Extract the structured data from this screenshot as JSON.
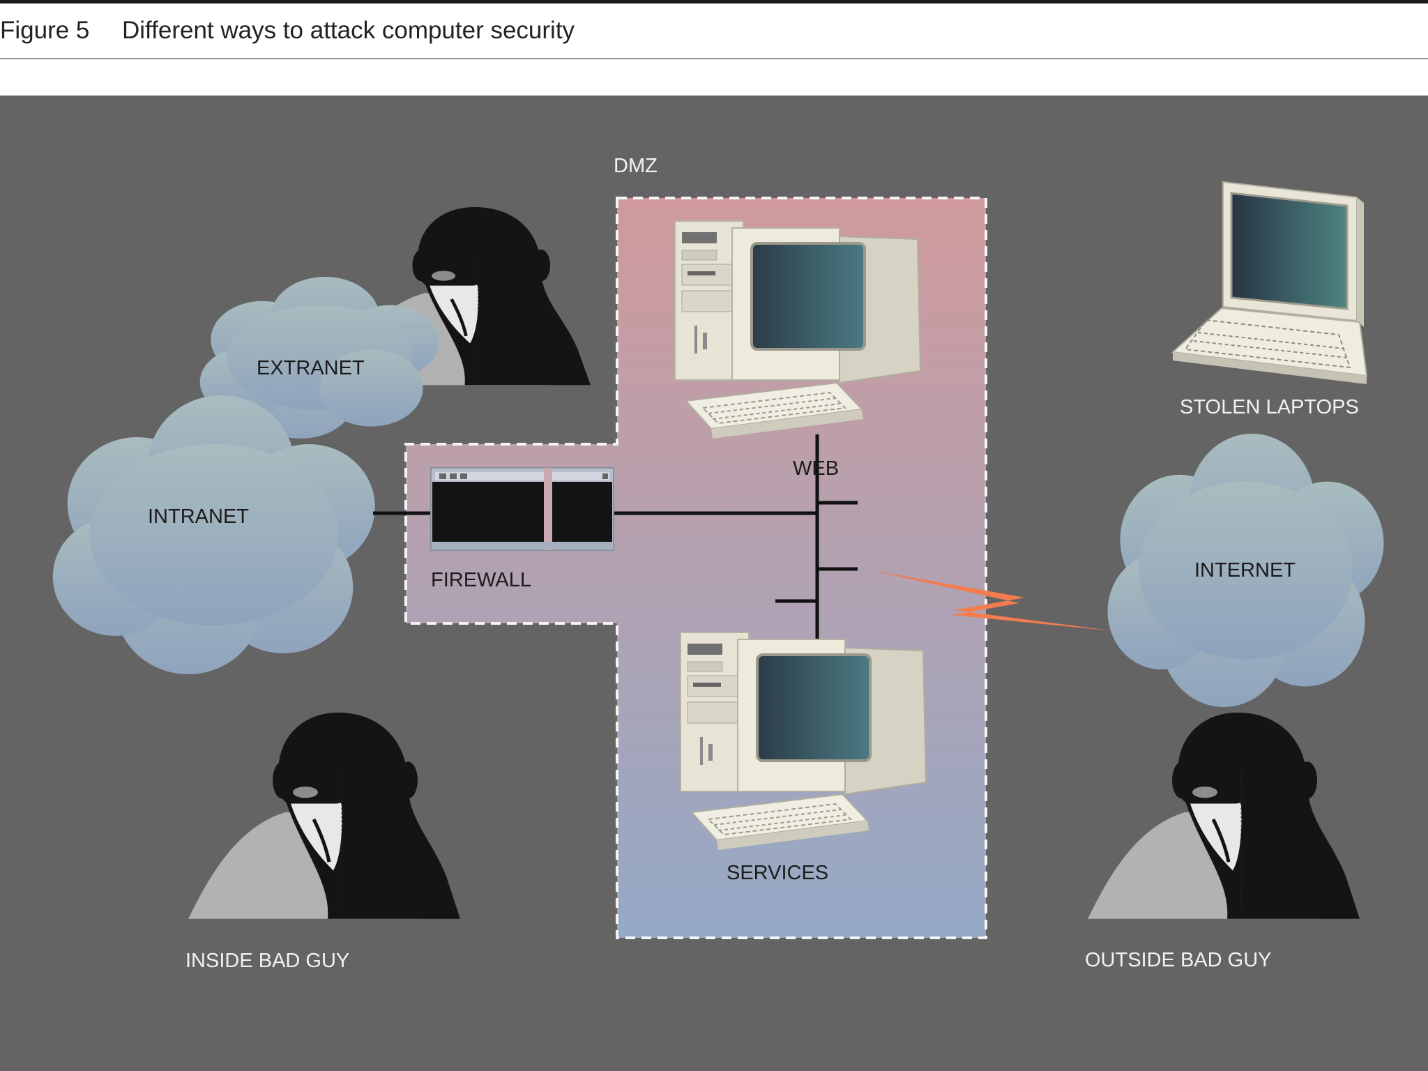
{
  "figure": {
    "number": "Figure 5",
    "title": "Different ways to attack computer security"
  },
  "diagram": {
    "background_color": "#646464",
    "labels": {
      "dmz": "DMZ",
      "extranet": "EXTRANET",
      "intranet": "INTRANET",
      "firewall": "FIREWALL",
      "web": "WEB",
      "services": "SERVICES",
      "stolen_laptops": "STOLEN LAPTOPS",
      "internet": "INTERNET",
      "inside_bad_guy": "INSIDE BAD GUY",
      "outside_bad_guy": "OUTSIDE BAD GUY"
    },
    "colors": {
      "dmz_top": "#d09a9c",
      "dmz_bottom": "#95a9c6",
      "cloud_top": "#a9bcbf",
      "cloud_bottom": "#8fa3bd",
      "attack_bolt": "#f47c4e"
    }
  }
}
